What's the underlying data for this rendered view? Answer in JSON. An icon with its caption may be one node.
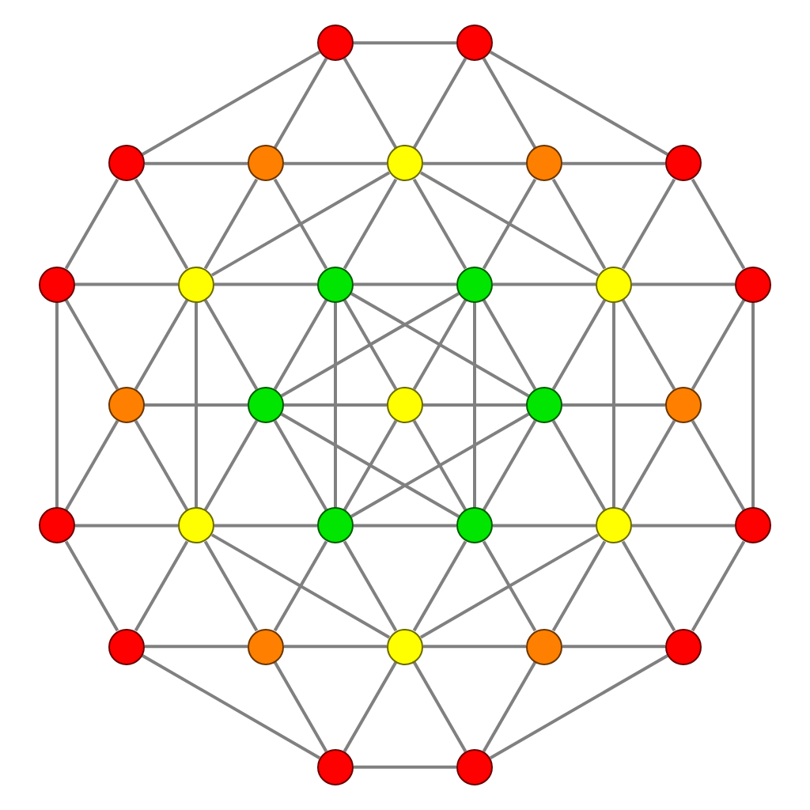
{
  "diagram": {
    "nodes": [
      {
        "text": [],
        "shape": "circle"
      },
      {
        "text": [],
        "shape": "circle"
      },
      {
        "text": [],
        "shape": "circle"
      },
      {
        "text": [],
        "shape": "circle"
      },
      {
        "text": [],
        "shape": "circle"
      },
      {
        "text": [],
        "shape": "circle"
      },
      {
        "text": [],
        "shape": "circle"
      },
      {
        "text": [],
        "shape": "circle"
      },
      {
        "text": [],
        "shape": "circle"
      },
      {
        "text": [],
        "shape": "circle"
      },
      {
        "text": [],
        "shape": "circle"
      },
      {
        "text": [],
        "shape": "circle"
      },
      {
        "text": [],
        "shape": "circle"
      },
      {
        "text": [],
        "shape": "circle"
      },
      {
        "text": [],
        "shape": "circle"
      },
      {
        "text": [],
        "shape": "circle"
      },
      {
        "text": [],
        "shape": "circle"
      },
      {
        "text": [],
        "shape": "circle"
      },
      {
        "text": [],
        "shape": "circle"
      },
      {
        "text": [],
        "shape": "circle"
      },
      {
        "text": [],
        "shape": "circle"
      },
      {
        "text": [],
        "shape": "circle"
      },
      {
        "text": [],
        "shape": "circle"
      },
      {
        "text": [],
        "shape": "circle"
      },
      {
        "text": [],
        "shape": "circle"
      },
      {
        "text": [],
        "shape": "circle"
      },
      {
        "text": [],
        "shape": "circle"
      },
      {
        "text": [],
        "shape": "circle"
      },
      {
        "text": [],
        "shape": "circle"
      },
      {
        "text": [],
        "shape": "circle"
      },
      {
        "text": [],
        "shape": "circle"
      }
    ],
    "edges": [
      {
        "from": 0,
        "to": 1,
        "arrow": "none"
      },
      {
        "from": 0,
        "to": 2,
        "arrow": "none"
      },
      {
        "from": 0,
        "to": 3,
        "arrow": "none"
      },
      {
        "from": 0,
        "to": 4,
        "arrow": "none"
      },
      {
        "from": 1,
        "to": 4,
        "arrow": "none"
      },
      {
        "from": 1,
        "to": 5,
        "arrow": "none"
      },
      {
        "from": 1,
        "to": 6,
        "arrow": "none"
      },
      {
        "from": 2,
        "to": 3,
        "arrow": "none"
      },
      {
        "from": 3,
        "to": 4,
        "arrow": "none"
      },
      {
        "from": 4,
        "to": 5,
        "arrow": "none"
      },
      {
        "from": 5,
        "to": 6,
        "arrow": "none"
      },
      {
        "from": 2,
        "to": 7,
        "arrow": "none"
      },
      {
        "from": 2,
        "to": 8,
        "arrow": "none"
      },
      {
        "from": 3,
        "to": 8,
        "arrow": "none"
      },
      {
        "from": 3,
        "to": 9,
        "arrow": "none"
      },
      {
        "from": 4,
        "to": 8,
        "arrow": "none"
      },
      {
        "from": 4,
        "to": 9,
        "arrow": "none"
      },
      {
        "from": 4,
        "to": 10,
        "arrow": "none"
      },
      {
        "from": 4,
        "to": 11,
        "arrow": "none"
      },
      {
        "from": 5,
        "to": 10,
        "arrow": "none"
      },
      {
        "from": 5,
        "to": 11,
        "arrow": "none"
      },
      {
        "from": 6,
        "to": 11,
        "arrow": "none"
      },
      {
        "from": 6,
        "to": 12,
        "arrow": "none"
      },
      {
        "from": 7,
        "to": 8,
        "arrow": "none"
      },
      {
        "from": 8,
        "to": 9,
        "arrow": "none"
      },
      {
        "from": 9,
        "to": 10,
        "arrow": "none"
      },
      {
        "from": 10,
        "to": 11,
        "arrow": "none"
      },
      {
        "from": 11,
        "to": 12,
        "arrow": "none"
      },
      {
        "from": 7,
        "to": 13,
        "arrow": "none"
      },
      {
        "from": 7,
        "to": 18,
        "arrow": "none"
      },
      {
        "from": 8,
        "to": 13,
        "arrow": "none"
      },
      {
        "from": 8,
        "to": 14,
        "arrow": "none"
      },
      {
        "from": 8,
        "to": 19,
        "arrow": "none"
      },
      {
        "from": 9,
        "to": 14,
        "arrow": "none"
      },
      {
        "from": 9,
        "to": 15,
        "arrow": "none"
      },
      {
        "from": 9,
        "to": 16,
        "arrow": "none"
      },
      {
        "from": 9,
        "to": 20,
        "arrow": "none"
      },
      {
        "from": 10,
        "to": 14,
        "arrow": "none"
      },
      {
        "from": 10,
        "to": 15,
        "arrow": "none"
      },
      {
        "from": 10,
        "to": 16,
        "arrow": "none"
      },
      {
        "from": 10,
        "to": 21,
        "arrow": "none"
      },
      {
        "from": 11,
        "to": 16,
        "arrow": "none"
      },
      {
        "from": 11,
        "to": 17,
        "arrow": "none"
      },
      {
        "from": 11,
        "to": 22,
        "arrow": "none"
      },
      {
        "from": 12,
        "to": 17,
        "arrow": "none"
      },
      {
        "from": 12,
        "to": 23,
        "arrow": "none"
      },
      {
        "from": 13,
        "to": 14,
        "arrow": "none"
      },
      {
        "from": 14,
        "to": 15,
        "arrow": "none"
      },
      {
        "from": 15,
        "to": 16,
        "arrow": "none"
      },
      {
        "from": 16,
        "to": 17,
        "arrow": "none"
      },
      {
        "from": 13,
        "to": 18,
        "arrow": "none"
      },
      {
        "from": 13,
        "to": 19,
        "arrow": "none"
      },
      {
        "from": 14,
        "to": 19,
        "arrow": "none"
      },
      {
        "from": 14,
        "to": 20,
        "arrow": "none"
      },
      {
        "from": 14,
        "to": 21,
        "arrow": "none"
      },
      {
        "from": 15,
        "to": 20,
        "arrow": "none"
      },
      {
        "from": 15,
        "to": 21,
        "arrow": "none"
      },
      {
        "from": 16,
        "to": 20,
        "arrow": "none"
      },
      {
        "from": 16,
        "to": 21,
        "arrow": "none"
      },
      {
        "from": 16,
        "to": 22,
        "arrow": "none"
      },
      {
        "from": 17,
        "to": 22,
        "arrow": "none"
      },
      {
        "from": 17,
        "to": 23,
        "arrow": "none"
      },
      {
        "from": 18,
        "to": 19,
        "arrow": "none"
      },
      {
        "from": 19,
        "to": 20,
        "arrow": "none"
      },
      {
        "from": 20,
        "to": 21,
        "arrow": "none"
      },
      {
        "from": 21,
        "to": 22,
        "arrow": "none"
      },
      {
        "from": 22,
        "to": 23,
        "arrow": "none"
      },
      {
        "from": 18,
        "to": 24,
        "arrow": "none"
      },
      {
        "from": 19,
        "to": 24,
        "arrow": "none"
      },
      {
        "from": 19,
        "to": 25,
        "arrow": "none"
      },
      {
        "from": 19,
        "to": 26,
        "arrow": "none"
      },
      {
        "from": 20,
        "to": 25,
        "arrow": "none"
      },
      {
        "from": 20,
        "to": 26,
        "arrow": "none"
      },
      {
        "from": 21,
        "to": 26,
        "arrow": "none"
      },
      {
        "from": 21,
        "to": 27,
        "arrow": "none"
      },
      {
        "from": 22,
        "to": 26,
        "arrow": "none"
      },
      {
        "from": 22,
        "to": 27,
        "arrow": "none"
      },
      {
        "from": 22,
        "to": 28,
        "arrow": "none"
      },
      {
        "from": 23,
        "to": 28,
        "arrow": "none"
      },
      {
        "from": 24,
        "to": 25,
        "arrow": "none"
      },
      {
        "from": 25,
        "to": 26,
        "arrow": "none"
      },
      {
        "from": 26,
        "to": 27,
        "arrow": "none"
      },
      {
        "from": 27,
        "to": 28,
        "arrow": "none"
      },
      {
        "from": 24,
        "to": 29,
        "arrow": "none"
      },
      {
        "from": 25,
        "to": 29,
        "arrow": "none"
      },
      {
        "from": 26,
        "to": 29,
        "arrow": "none"
      },
      {
        "from": 26,
        "to": 30,
        "arrow": "none"
      },
      {
        "from": 27,
        "to": 30,
        "arrow": "none"
      },
      {
        "from": 28,
        "to": 30,
        "arrow": "none"
      },
      {
        "from": 29,
        "to": 30,
        "arrow": "none"
      }
    ]
  }
}
